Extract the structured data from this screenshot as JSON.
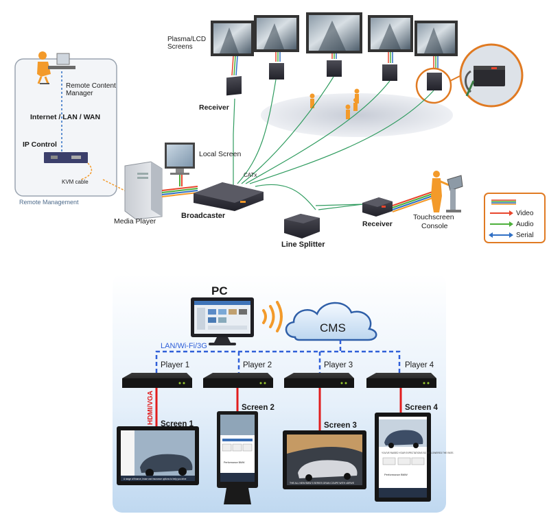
{
  "top_diagram": {
    "screens_label": [
      "Plasma/LCD",
      "Screens"
    ],
    "remote_content_manager": [
      "Remote Content",
      "Manager"
    ],
    "network_label": "Internet / LAN / WAN",
    "ip_control": "IP Control",
    "kvm_cable": "KVM cable",
    "remote_management": "Remote Management",
    "receiver_top": "Receiver",
    "local_screen": "Local Screen",
    "catx": "CATx",
    "media_player": "Media Player",
    "broadcaster": "Broadcaster",
    "line_splitter": "Line Splitter",
    "receiver_bottom": "Receiver",
    "touchscreen_console": [
      "Touchscreen",
      "Console"
    ],
    "legend": {
      "video": "Video",
      "audio": "Audio",
      "serial": "Serial",
      "colors": {
        "video": "#e8452c",
        "audio": "#4caf3a",
        "serial": "#2f6fc4"
      }
    }
  },
  "bottom_diagram": {
    "pc": "PC",
    "cms": "CMS",
    "network": "LAN/Wi-Fi/3G",
    "hdmi": "HDMI/VGA",
    "players": [
      "Player 1",
      "Player 2",
      "Player 3",
      "Player 4"
    ],
    "screens": [
      "Screen 1",
      "Screen 2",
      "Screen 3",
      "Screen 4"
    ],
    "ad_texts": {
      "bmw_perf": "Performance BMW",
      "bmw_perf2": "Performance BMW",
      "bmw_range": "A range of finance, lease and insurance options to help you drive",
      "bmw_series": "THE ALL NEW BMW 3 SERIES GRAN COUPE WITH xDRIVE",
      "bmw_raise": "YOU'VE RAISED YOUR EXPECTATIONS SO WE LOWERED THE RATE."
    }
  }
}
